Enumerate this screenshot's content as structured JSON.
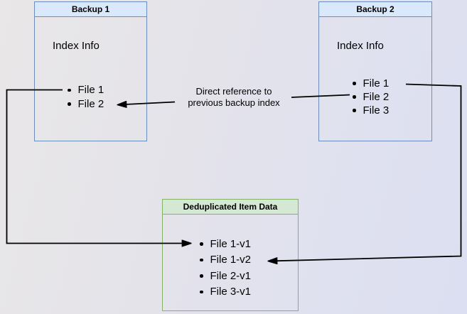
{
  "diagram": {
    "backup1": {
      "title": "Backup 1",
      "section_label": "Index Info",
      "files": [
        "File 1",
        "File 2"
      ]
    },
    "backup2": {
      "title": "Backup 2",
      "section_label": "Index Info",
      "files": [
        "File 1",
        "File 2",
        "File 3"
      ]
    },
    "dedup": {
      "title": "Deduplicated Item Data",
      "items": [
        "File 1-v1",
        "File 1-v2",
        "File 2-v1",
        "File 3-v1"
      ]
    },
    "edge_label": {
      "line1": "Direct reference to",
      "line2": "previous backup index"
    },
    "colors": {
      "blue_fill": "#dae8fc",
      "blue_border": "#6c8ebf",
      "green_fill": "#d5e8d4",
      "green_border": "#82b366",
      "line": "#000000",
      "text": "#000000"
    }
  }
}
